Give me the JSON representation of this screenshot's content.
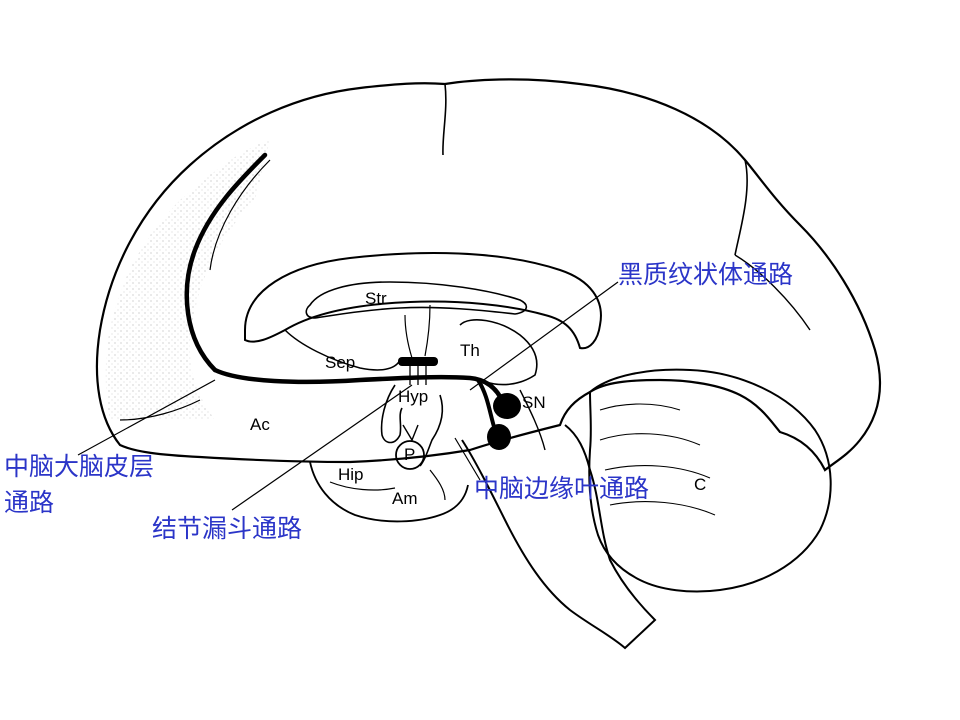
{
  "regions": {
    "str": "Str",
    "sep": "Sep",
    "th": "Th",
    "hyp": "Hyp",
    "sn": "SN",
    "ac": "Ac",
    "p": "P",
    "hip": "Hip",
    "am": "Am",
    "c": "C"
  },
  "pathways": {
    "nigrostriatal": "黑质纹状体通路",
    "mesocortical_line1": "中脑大脑皮层",
    "mesocortical_line2": "通路",
    "tuberoinfundibular": "结节漏斗通路",
    "mesolimbic": "中脑边缘叶通路"
  },
  "colors": {
    "pathway_label": "#2b35c8",
    "drawing": "#000000",
    "cortex_stipple": "#c8c8c8"
  }
}
